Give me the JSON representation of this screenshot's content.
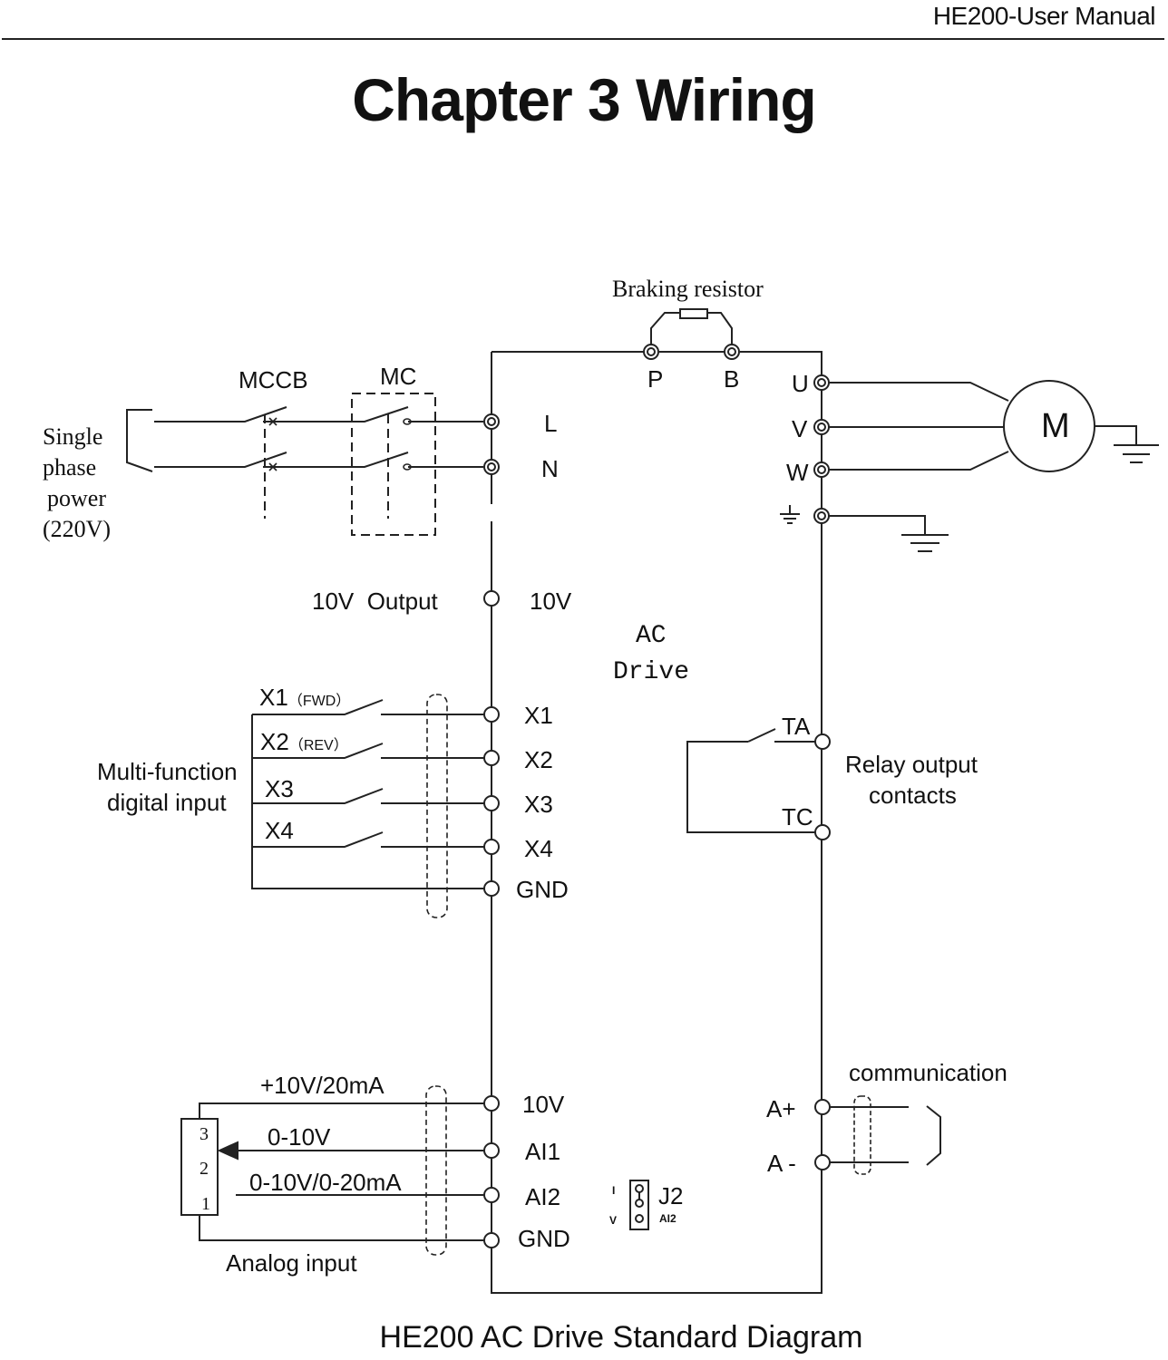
{
  "header": {
    "manual_title": "HE200-User Manual"
  },
  "chapter_title": "Chapter 3  Wiring",
  "caption": "HE200 AC Drive Standard Diagram",
  "diagram": {
    "drive_label_line1": "AC",
    "drive_label_line2": "Drive",
    "power_input": {
      "label_lines": [
        "Single",
        "phase",
        "power",
        "(220V)"
      ],
      "breaker_label": "MCCB",
      "contactor_label": "MC",
      "terminals": [
        "L",
        "N"
      ]
    },
    "braking": {
      "label": "Braking resistor",
      "terminals": [
        "P",
        "B"
      ]
    },
    "motor_output": {
      "terminals": [
        "U",
        "V",
        "W"
      ],
      "motor_label": "M",
      "ground_symbol": "ground-icon"
    },
    "ten_volt_output": {
      "label": "10V  Output",
      "terminal": "10V"
    },
    "digital_inputs": {
      "group_label_lines": [
        "Multi-function",
        "digital input"
      ],
      "switches": [
        {
          "name": "X1",
          "note": "（FWD）"
        },
        {
          "name": "X2",
          "note": "（REV）"
        },
        {
          "name": "X3",
          "note": ""
        },
        {
          "name": "X4",
          "note": ""
        }
      ],
      "terminals": [
        "X1",
        "X2",
        "X3",
        "X4",
        "GND"
      ]
    },
    "relay_output": {
      "label_lines": [
        "Relay output",
        "contacts"
      ],
      "terminals": [
        "TA",
        "TC"
      ]
    },
    "analog_input": {
      "label": "Analog input",
      "wire_labels": [
        "+10V/20mA",
        "0-10V",
        "0-10V/0-20mA"
      ],
      "pot_pins": [
        "3",
        "2",
        "1"
      ],
      "terminals": [
        "10V",
        "AI1",
        "AI2",
        "GND"
      ],
      "jumper": {
        "name": "J2",
        "sub": "AI2",
        "pos_top": "I",
        "pos_bottom": "V"
      }
    },
    "communication": {
      "label": "communication",
      "terminals": [
        "A+",
        "A -"
      ]
    }
  }
}
